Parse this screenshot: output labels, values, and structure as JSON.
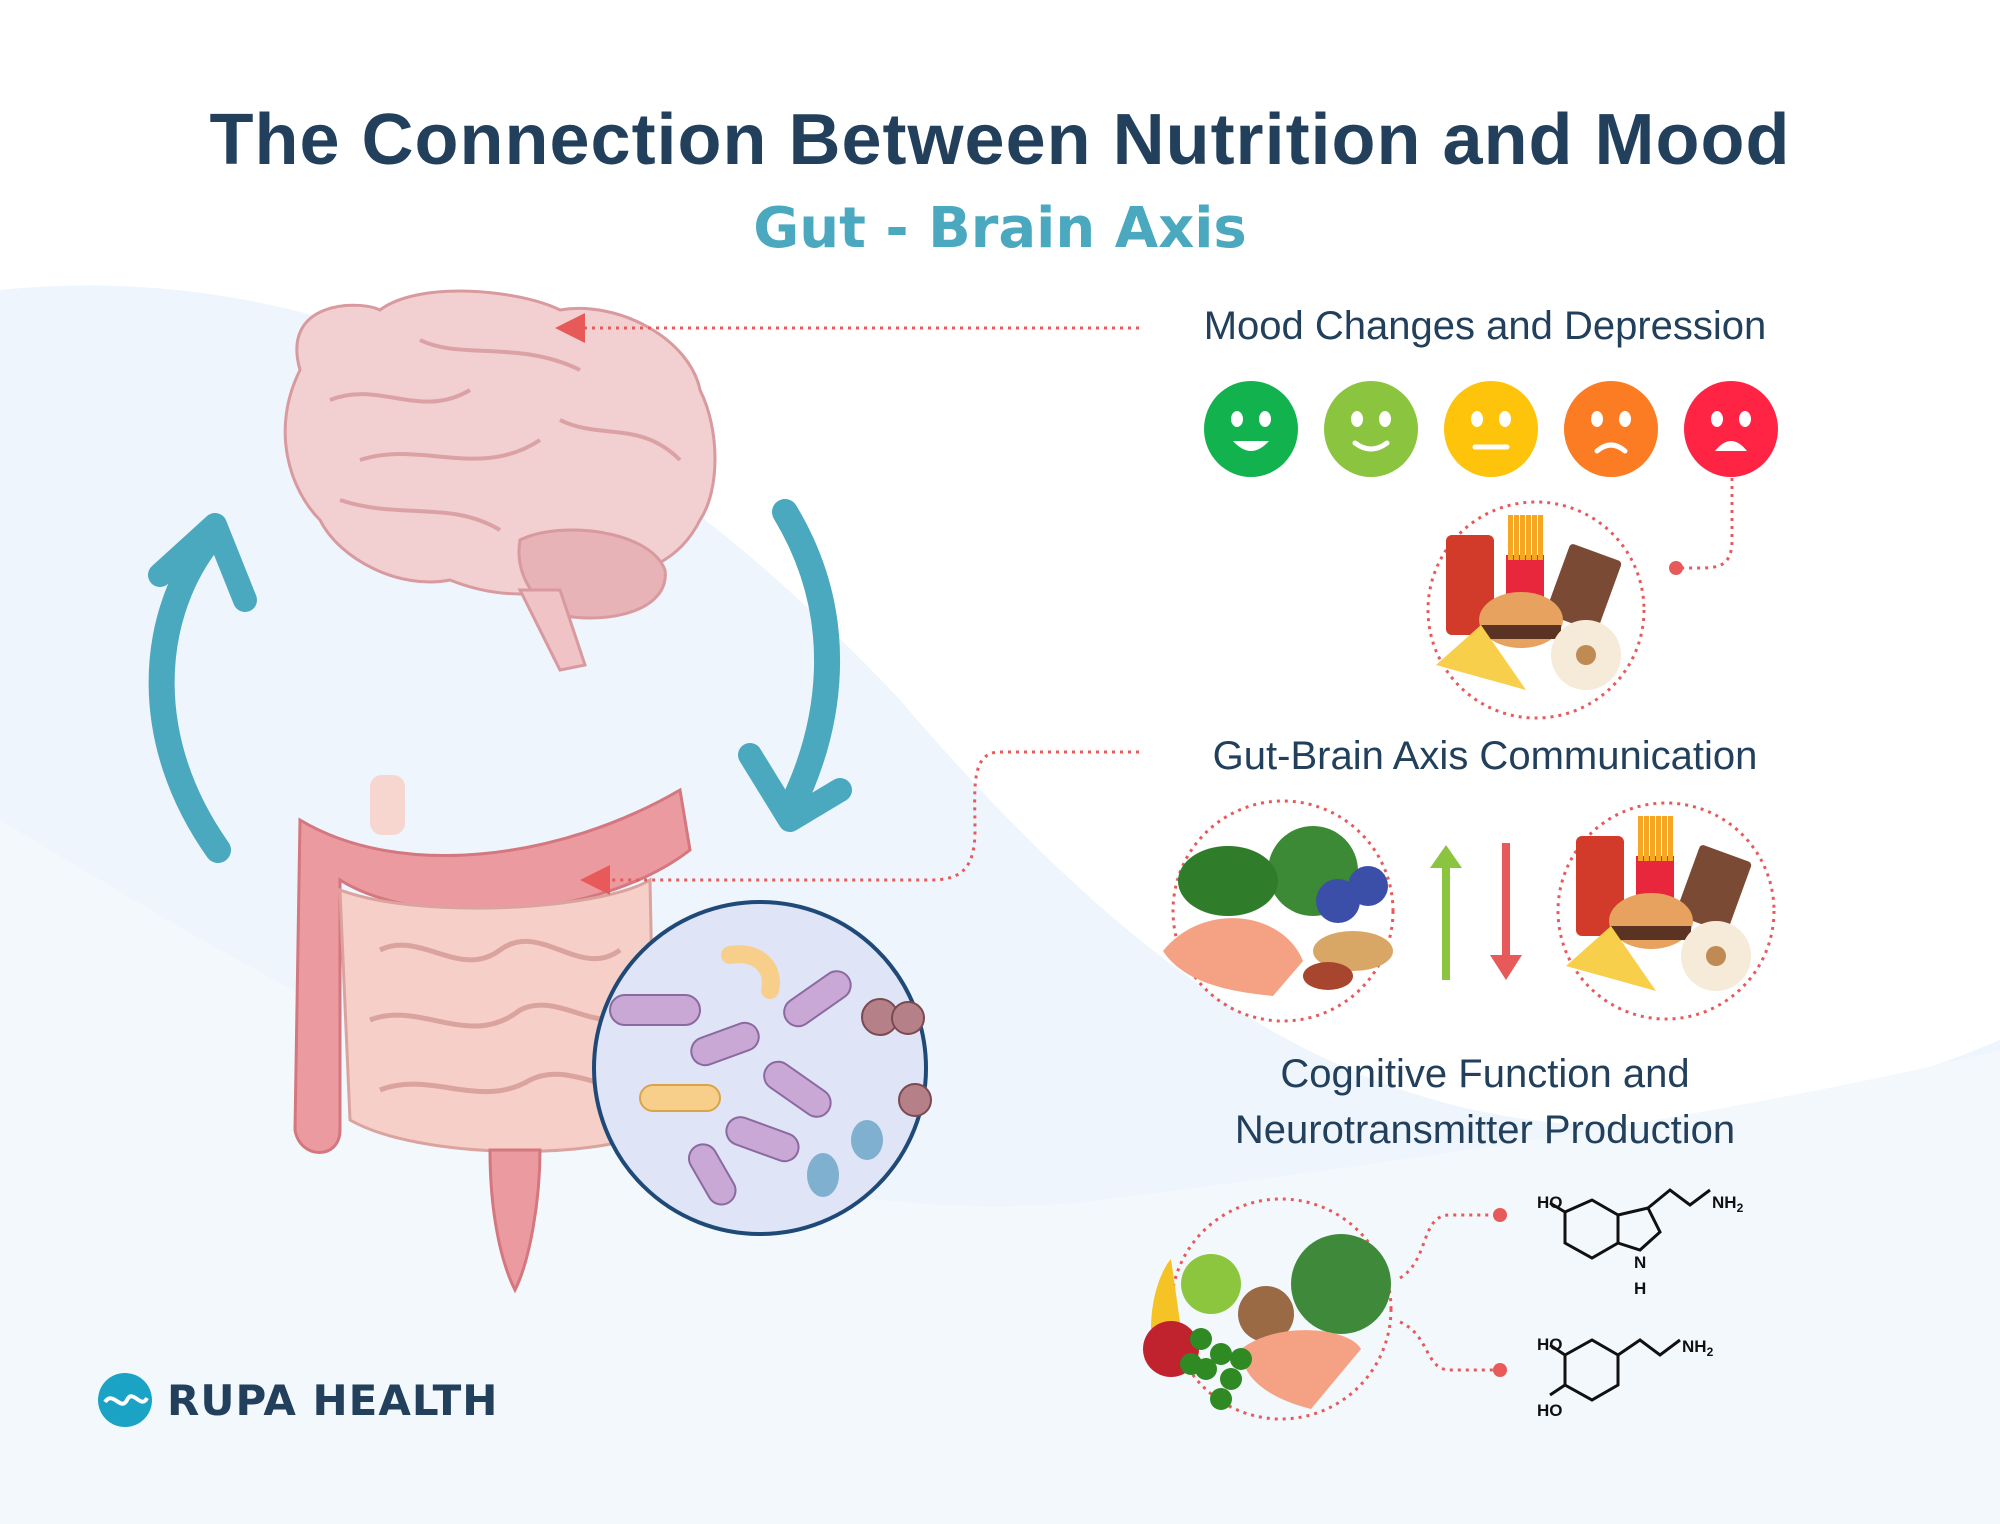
{
  "header": {
    "title": "The Connection Between Nutrition and Mood",
    "subtitle": "Gut - Brain Axis"
  },
  "sections": {
    "mood": {
      "label": "Mood Changes and Depression",
      "faces": [
        "very-happy",
        "happy",
        "neutral",
        "sad",
        "very-sad"
      ],
      "face_colors": [
        "#12b24f",
        "#8bc53f",
        "#fec40b",
        "#fc7c24",
        "#ff2443"
      ]
    },
    "communication": {
      "label": "Gut-Brain Axis Communication"
    },
    "cognitive": {
      "label_line1": "Cognitive Function and",
      "label_line2": "Neurotransmitter Production"
    }
  },
  "molecules": {
    "serotonin": {
      "ho": "HO",
      "nh2": "NH",
      "sub2": "2",
      "n": "N",
      "h": "H"
    },
    "dopamine": {
      "ho1": "HO",
      "ho2": "HO",
      "nh2": "NH",
      "sub2": "2"
    }
  },
  "logo": {
    "text": "RUPA HEALTH"
  },
  "colors": {
    "title": "#22405c",
    "accent": "#4aa8bf",
    "dotted": "#e85a5a",
    "arrow_up": "#8bc53f",
    "arrow_down": "#e85a5a"
  }
}
